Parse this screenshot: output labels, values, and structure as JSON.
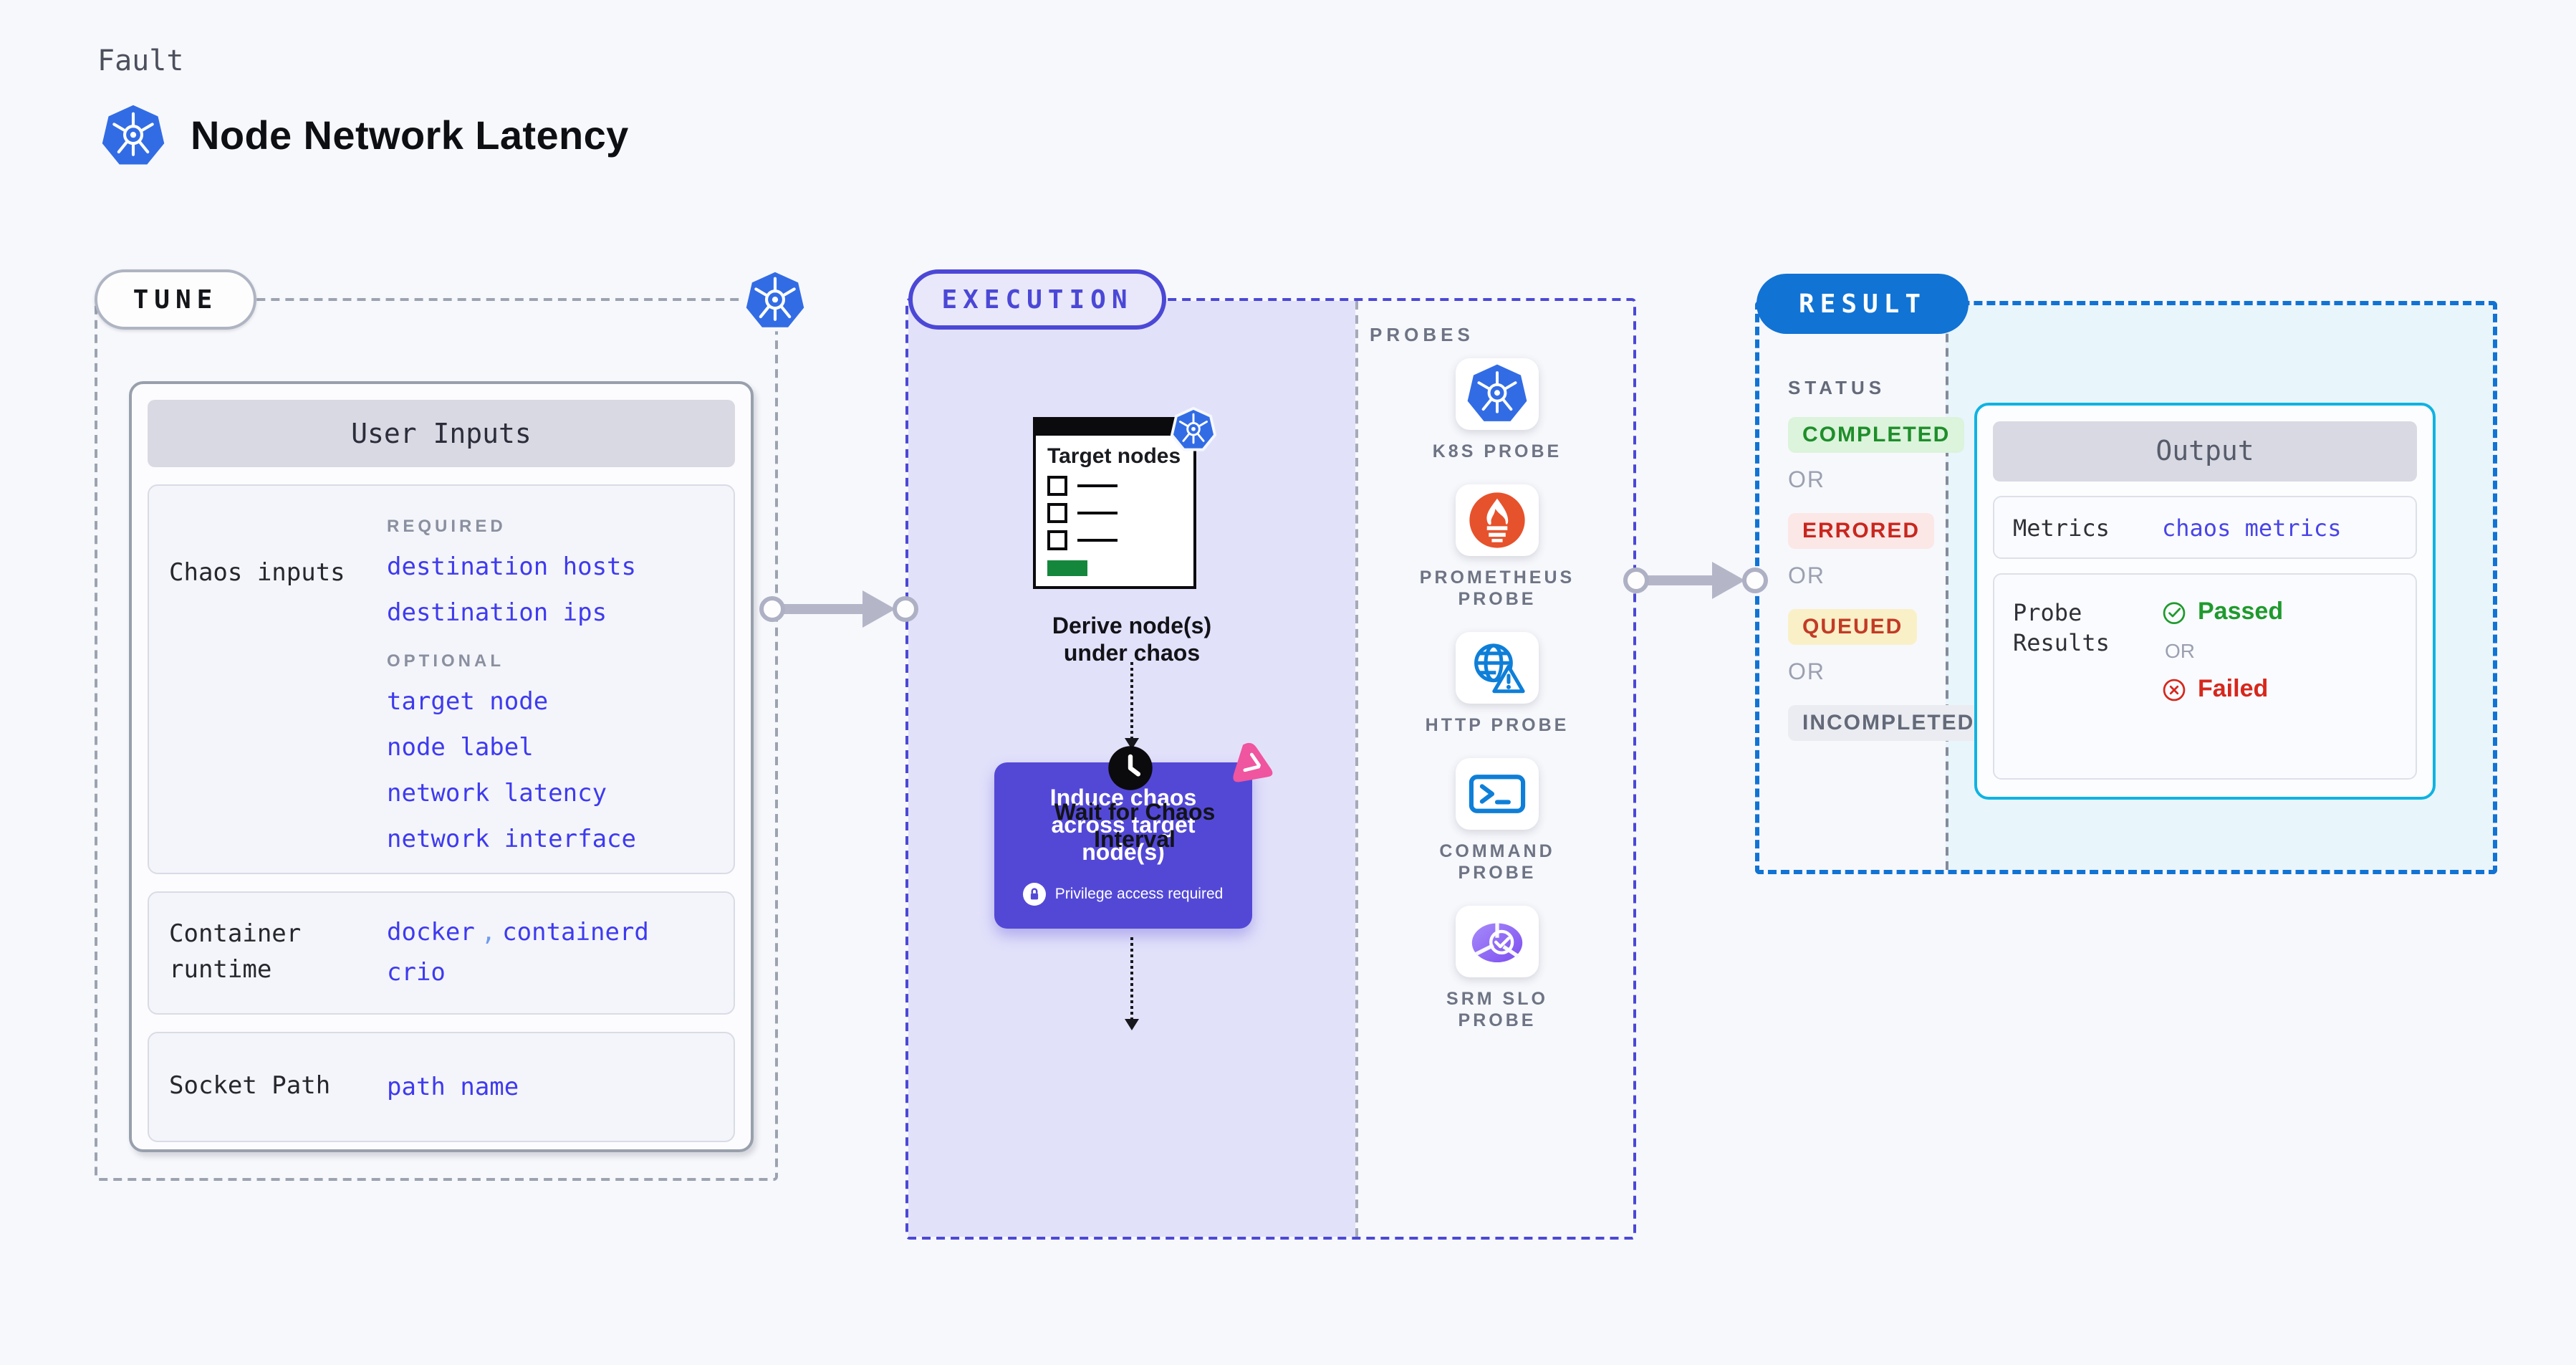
{
  "header": {
    "eyebrow": "Fault",
    "title": "Node Network Latency"
  },
  "tune": {
    "pill": "TUNE",
    "card_header": "User Inputs",
    "chaos_inputs": {
      "label": "Chaos inputs",
      "required_tag": "REQUIRED",
      "required_0": "destination hosts",
      "required_1": "destination ips",
      "optional_tag": "OPTIONAL",
      "optional_0": "target node",
      "optional_1": "node label",
      "optional_2": "network latency",
      "optional_3": "network interface"
    },
    "container_runtime": {
      "label": "Container runtime",
      "value_0": "docker",
      "separator": ",",
      "value_1": "containerd",
      "value_2": "crio"
    },
    "socket_path": {
      "label": "Socket Path",
      "value": "path name"
    }
  },
  "execution": {
    "pill": "EXECUTION",
    "target_nodes_title": "Target nodes",
    "derive_label": "Derive node(s) under chaos",
    "induce_label": "Induce chaos across target node(s)",
    "privilege_note": "Privilege access required",
    "wait_label": "Wait for Chaos Interval"
  },
  "probes": {
    "heading": "PROBES",
    "labels": {
      "k8s": "K8S PROBE",
      "prometheus": "PROMETHEUS PROBE",
      "http": "HTTP PROBE",
      "command": "COMMAND PROBE",
      "srm": "SRM SLO PROBE"
    }
  },
  "result": {
    "pill": "RESULT",
    "status_heading": "STATUS",
    "or_label": "OR",
    "statuses": {
      "completed": {
        "label": "COMPLETED",
        "style": "background:#DCF3DC;color:#1E8E2A"
      },
      "errored": {
        "label": "ERRORED",
        "style": "background:#FBE7E6;color:#C8271E"
      },
      "queued": {
        "label": "QUEUED",
        "style": "background:#FAF0C8;color:#C23B26"
      },
      "incompleted": {
        "label": "INCOMPLETED",
        "style": "background:#EBECF2;color:#636978"
      }
    },
    "output": {
      "header": "Output",
      "metrics_label": "Metrics",
      "metrics_value": "chaos metrics",
      "probe_results_label": "Probe Results",
      "passed_label": "Passed",
      "or_label": "OR",
      "failed_label": "Failed"
    }
  },
  "colors": {
    "accent_indigo": "#4B48D6",
    "accent_blue": "#1173D4",
    "accent_cyan": "#0FB3E2",
    "chaos_purple": "#5348D6",
    "value_blue": "#3E3AEF",
    "k8s_blue": "#326CE5",
    "prometheus_orange": "#E6522C",
    "probe_icon_blue": "#0E7FD8",
    "passed_green": "#1F9A2E",
    "failed_red": "#D6271D",
    "litmus_pink": "#F0559F",
    "target_button_green": "#15873C"
  }
}
